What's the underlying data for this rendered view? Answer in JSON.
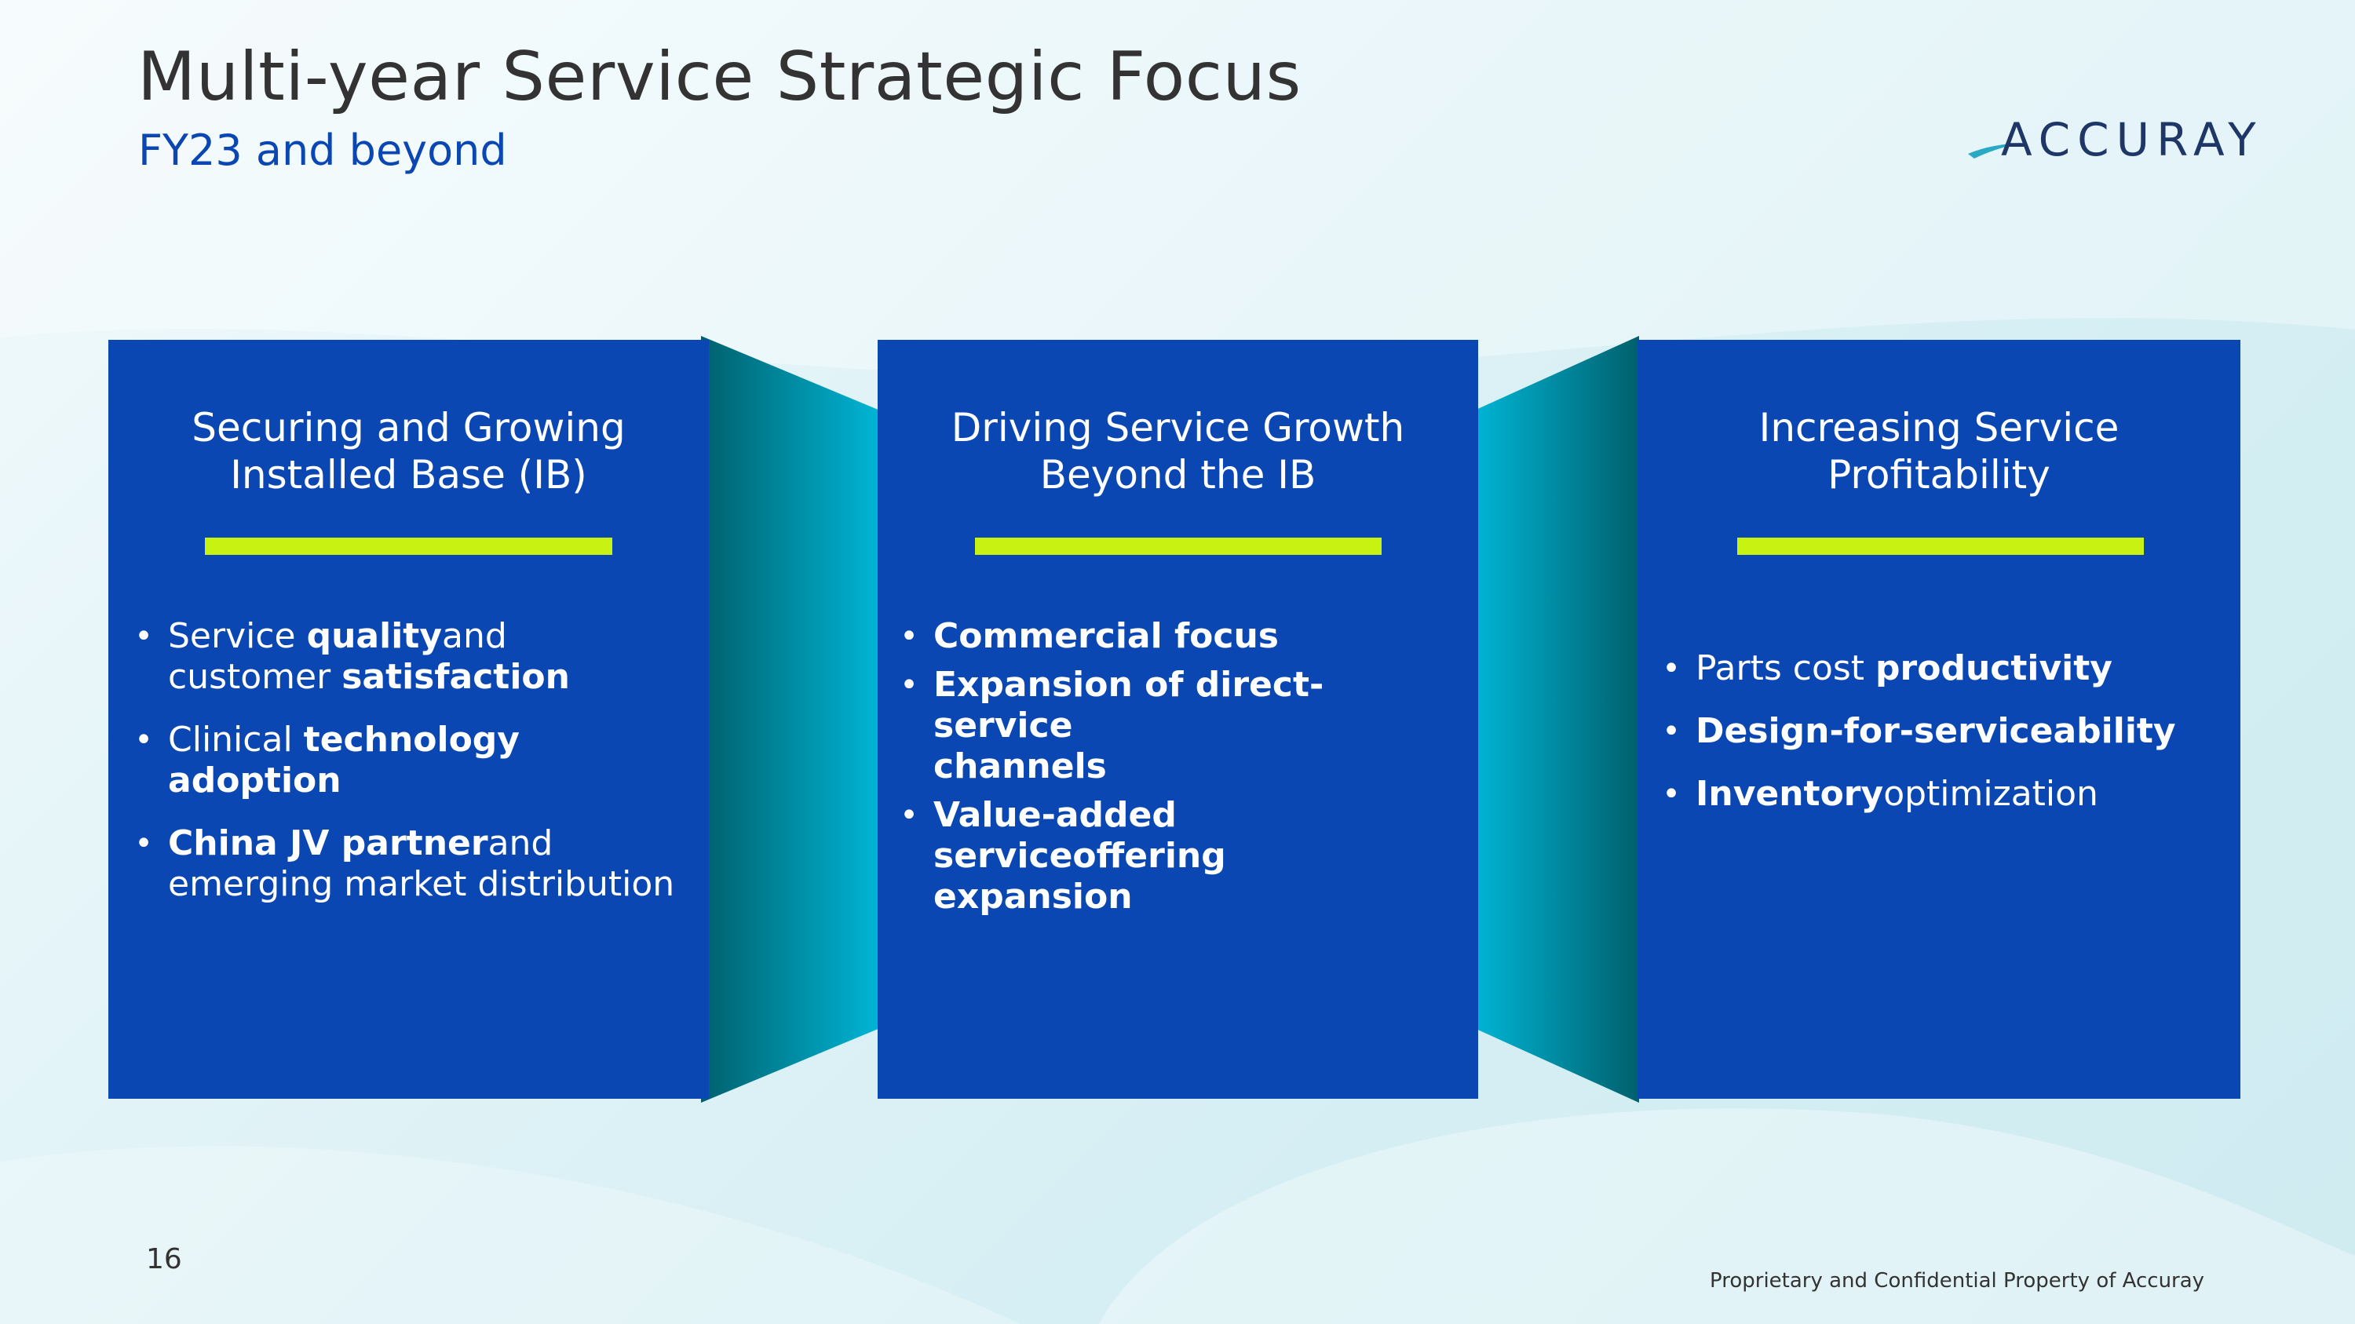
{
  "slide": {
    "title": "Multi-year Service Strategic Focus",
    "subtitle": "FY23 and beyond",
    "logo_text": "ACCURAY",
    "page_number": "16",
    "footer": "Proprietary and Confidential Property of Accuray"
  },
  "colors": {
    "card_blue": "#0a47b3",
    "accent_rule": "#c8f211",
    "connector_cyan": "#00b5d6",
    "connector_teal": "#00606c",
    "title_text": "#333333",
    "subtitle_text": "#0a47b3"
  },
  "icons": {
    "logo_mark": "accuray-swoosh-icon",
    "bullet": "bullet-dot-icon"
  },
  "pillars": [
    {
      "title_line1": "Securing and Growing",
      "title_line2": "Installed Base (IB)",
      "bullets": [
        {
          "line1_plain": "Service ",
          "line1_bold": "quality",
          "line1_rest": "and",
          "line2_plain": "customer ",
          "line2_bold": "satisfaction"
        },
        {
          "plain": "Clinical ",
          "bold": "technology adoption"
        },
        {
          "line1_bold": "China JV partner",
          "line1_rest": "and",
          "line2_plain": "emerging market distribution"
        }
      ]
    },
    {
      "title_line1": "Driving Service Growth",
      "title_line2": "Beyond the IB",
      "bullets": [
        {
          "line1": "Commercial focus"
        },
        {
          "line1": "Expansion of direct-service",
          "line2": "channels"
        },
        {
          "line1": "Value-added serviceoffering",
          "line2": "expansion"
        }
      ]
    },
    {
      "title_line1": "Increasing Service",
      "title_line2": "Profitability",
      "bullets": [
        {
          "plain": "Parts cost ",
          "bold": "productivity"
        },
        {
          "bold": "Design-for-serviceability"
        },
        {
          "bold": "Inventory",
          "rest": "optimization"
        }
      ]
    }
  ]
}
